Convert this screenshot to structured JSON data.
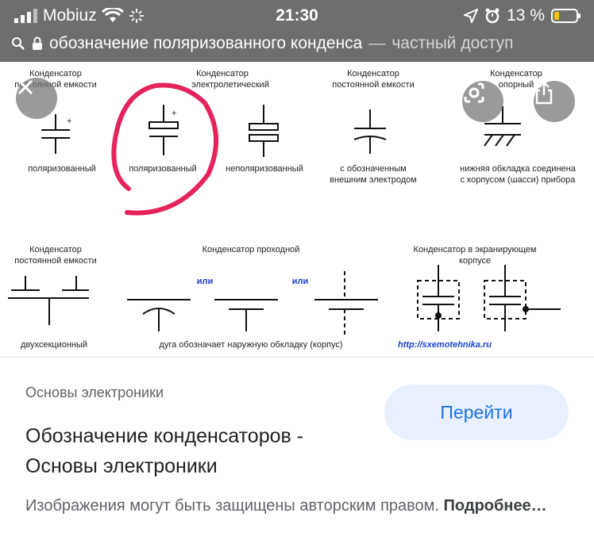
{
  "status_bar": {
    "carrier": "Mobiuz",
    "time": "21:30",
    "battery": "13 %"
  },
  "address_bar": {
    "query": "обозначение поляризованного конденса",
    "separator": " — ",
    "mode": "частный доступ"
  },
  "image": {
    "labels": {
      "cap_const_1a": "Конденсатор",
      "cap_const_1b": "постоянной емкости",
      "cap_electro_a": "Конденсатор",
      "cap_electro_b": "электролетический",
      "cap_const_2a": "Конденсатор",
      "cap_const_2b": "постоянной емкости",
      "cap_ref_a": "Конденсатор",
      "cap_ref_b": "опорный",
      "polarized_1": "поляризованный",
      "polarized_2": "поляризованный",
      "nonpolarized": "неполяризованный",
      "outer_a": "с обозначенным",
      "outer_b": "внешним электродом",
      "lower_a": "нижняя обкладка соединена",
      "lower_b": "с корпусом (шасси) прибора",
      "cap_const_3a": "Конденсатор",
      "cap_const_3b": "постоянной емкости",
      "feedthrough": "Конденсатор проходной",
      "shielded_a": "Конденсатор в экранирующем",
      "shielded_b": "корпусе",
      "or_1": "или",
      "or_2": "или",
      "two_section": "двухсекционный",
      "arc_note": "дуга обозначает наружную обкладку (корпус)",
      "watermark": "http://sxemotehnika.ru",
      "plus": "+"
    }
  },
  "info": {
    "source": "Основы электроники",
    "title": "Обозначение конденсаторов - Основы электроники",
    "go_button": "Перейти",
    "copyright": "Изображения могут быть защищены авторским правом.",
    "more_link": "Подробнее…"
  },
  "colors": {
    "topbar": "#6e6e6e",
    "accent": "#1a73e8",
    "circle_mark": "#e4245b",
    "battery": "#f5c400"
  }
}
